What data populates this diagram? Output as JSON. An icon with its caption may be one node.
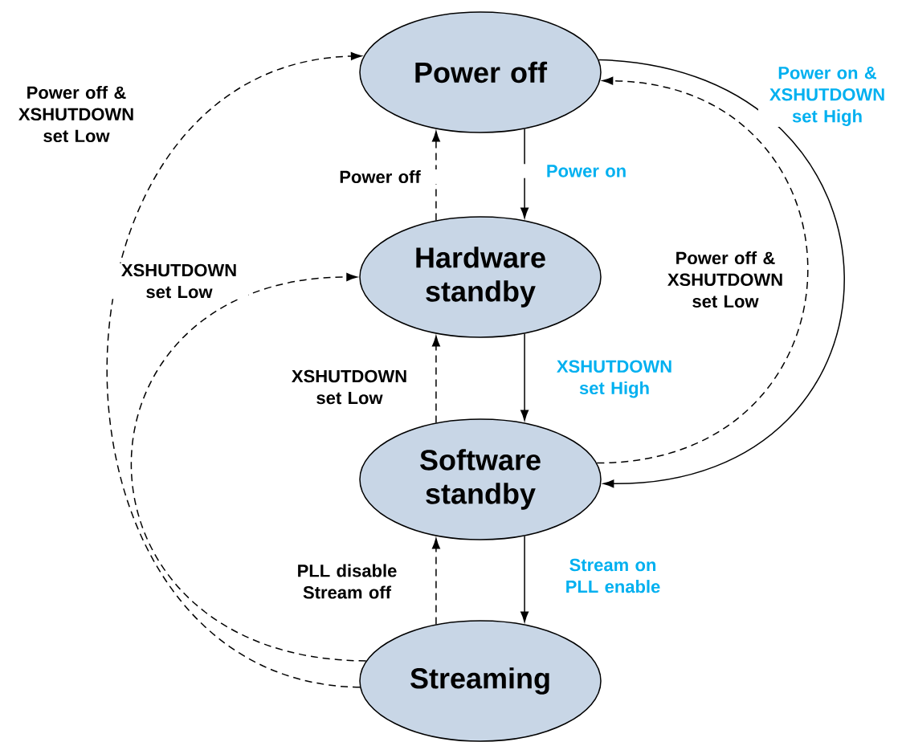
{
  "diagram": {
    "nodes": [
      {
        "text": [
          "Power off"
        ]
      },
      {
        "text": [
          "Hardware standby"
        ]
      },
      {
        "text": [
          "Software standby"
        ]
      },
      {
        "text": [
          "Streaming"
        ]
      }
    ],
    "edges": [
      {
        "from": 0,
        "to": 1,
        "arrow": "to",
        "label": "Power on"
      },
      {
        "from": 1,
        "to": 0,
        "arrow": "to",
        "label": "Power off",
        "style": "dashed"
      },
      {
        "from": 1,
        "to": 2,
        "arrow": "to",
        "label": "XSHUTDOWN set High"
      },
      {
        "from": 2,
        "to": 1,
        "arrow": "to",
        "label": "XSHUTDOWN set Low",
        "style": "dashed"
      },
      {
        "from": 2,
        "to": 3,
        "arrow": "to",
        "label": "Stream on PLL enable"
      },
      {
        "from": 3,
        "to": 2,
        "arrow": "to",
        "label": "PLL disable Stream off",
        "style": "dashed"
      },
      {
        "from": 0,
        "to": 2,
        "arrow": "to",
        "label": "Power on & XSHUTDOWN set High"
      },
      {
        "from": 2,
        "to": 0,
        "arrow": "to",
        "label": "Power off & XSHUTDOWN set Low",
        "style": "dashed"
      },
      {
        "from": 3,
        "to": 1,
        "arrow": "to",
        "label": "XSHUTDOWN set Low",
        "style": "dashed"
      },
      {
        "from": 3,
        "to": 0,
        "arrow": "to",
        "label": "Power off & XSHUTDOWN set Low",
        "style": "dashed"
      }
    ]
  }
}
